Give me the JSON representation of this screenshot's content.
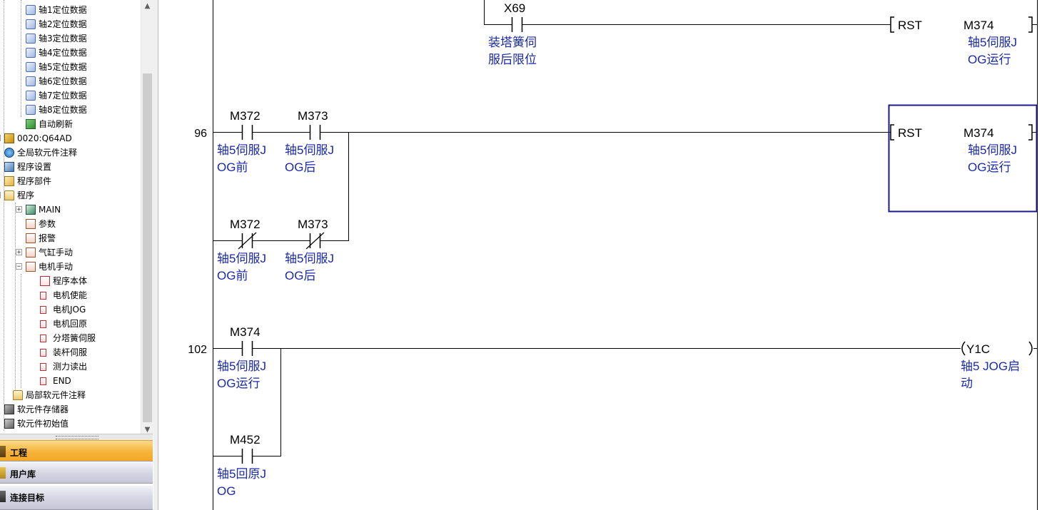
{
  "tree": {
    "items": [
      {
        "label": "轴1定位数据",
        "icon": "positioning-data-icon",
        "depth": 2
      },
      {
        "label": "轴2定位数据",
        "icon": "positioning-data-icon",
        "depth": 2
      },
      {
        "label": "轴3定位数据",
        "icon": "positioning-data-icon",
        "depth": 2
      },
      {
        "label": "轴4定位数据",
        "icon": "positioning-data-icon",
        "depth": 2
      },
      {
        "label": "轴5定位数据",
        "icon": "positioning-data-icon",
        "depth": 2
      },
      {
        "label": "轴6定位数据",
        "icon": "positioning-data-icon",
        "depth": 2
      },
      {
        "label": "轴7定位数据",
        "icon": "positioning-data-icon",
        "depth": 2
      },
      {
        "label": "轴8定位数据",
        "icon": "positioning-data-icon",
        "depth": 2
      },
      {
        "label": "自动刷新",
        "icon": "auto-refresh-icon",
        "depth": 2
      },
      {
        "label": "0020:Q64AD",
        "icon": "module-icon",
        "depth": 0,
        "expander": "+"
      },
      {
        "label": "全局软元件注释",
        "icon": "global-comment-icon",
        "depth": 0
      },
      {
        "label": "程序设置",
        "icon": "program-settings-icon",
        "depth": 0
      },
      {
        "label": "程序部件",
        "icon": "program-parts-icon",
        "depth": 0
      },
      {
        "label": "程序",
        "icon": "folder-icon",
        "depth": 0,
        "expander": "−"
      },
      {
        "label": "MAIN",
        "icon": "main-program-icon",
        "depth": 1,
        "expander": "+"
      },
      {
        "label": "参数",
        "icon": "ladder-program-icon",
        "depth": 1
      },
      {
        "label": "报警",
        "icon": "ladder-program-icon",
        "depth": 1
      },
      {
        "label": "气缸手动",
        "icon": "ladder-program-icon",
        "depth": 1,
        "expander": "+"
      },
      {
        "label": "电机手动",
        "icon": "ladder-program-icon",
        "depth": 1,
        "expander": "−"
      },
      {
        "label": "程序本体",
        "icon": "program-body-icon",
        "depth": 2
      },
      {
        "label": "电机使能",
        "icon": "local-label-icon",
        "depth": 2
      },
      {
        "label": "电机JOG",
        "icon": "local-label-icon",
        "depth": 2
      },
      {
        "label": "电机回原",
        "icon": "local-label-icon",
        "depth": 2
      },
      {
        "label": "分塔簧伺服",
        "icon": "local-label-icon",
        "depth": 2
      },
      {
        "label": "装杆伺服",
        "icon": "local-label-icon",
        "depth": 2
      },
      {
        "label": "测力读出",
        "icon": "local-label-icon",
        "depth": 2
      },
      {
        "label": "END",
        "icon": "local-label-icon",
        "depth": 2
      },
      {
        "label": "局部软元件注释",
        "icon": "folder-icon",
        "depth": 1
      },
      {
        "label": "软元件存储器",
        "icon": "device-memory-icon",
        "depth": 0
      },
      {
        "label": "软元件初始值",
        "icon": "device-init-icon",
        "depth": 0
      }
    ]
  },
  "nav": {
    "project": "工程",
    "user_library": "用户库",
    "connection": "连接目标"
  },
  "ladder": {
    "top_rung": {
      "contact": {
        "device": "X69",
        "comment1": "装塔簧伺",
        "comment2": "服后限位"
      },
      "instruction": {
        "name": "RST",
        "device": "M374",
        "comment1": "轴5伺服J",
        "comment2": "OG运行"
      }
    },
    "rung96": {
      "step": "96",
      "c1": {
        "device": "M372",
        "comment1": "轴5伺服J",
        "comment2": "OG前"
      },
      "c2": {
        "device": "M373",
        "comment1": "轴5伺服J",
        "comment2": "OG后"
      },
      "c3": {
        "device": "M372",
        "comment1": "轴5伺服J",
        "comment2": "OG前"
      },
      "c4": {
        "device": "M373",
        "comment1": "轴5伺服J",
        "comment2": "OG后"
      },
      "instruction": {
        "name": "RST",
        "device": "M374",
        "comment1": "轴5伺服J",
        "comment2": "OG运行"
      }
    },
    "rung102": {
      "step": "102",
      "c1": {
        "device": "M374",
        "comment1": "轴5伺服J",
        "comment2": "OG运行"
      },
      "c2": {
        "device": "M452",
        "comment1": "轴5回原J",
        "comment2": "OG"
      },
      "coil": {
        "device": "Y1C",
        "comment1": "轴5 JOG启",
        "comment2": "动"
      }
    }
  },
  "colors": {
    "comment": "#1a2aa8",
    "cursor": "#1a1a8c",
    "nav_active": "#f6b43c"
  }
}
